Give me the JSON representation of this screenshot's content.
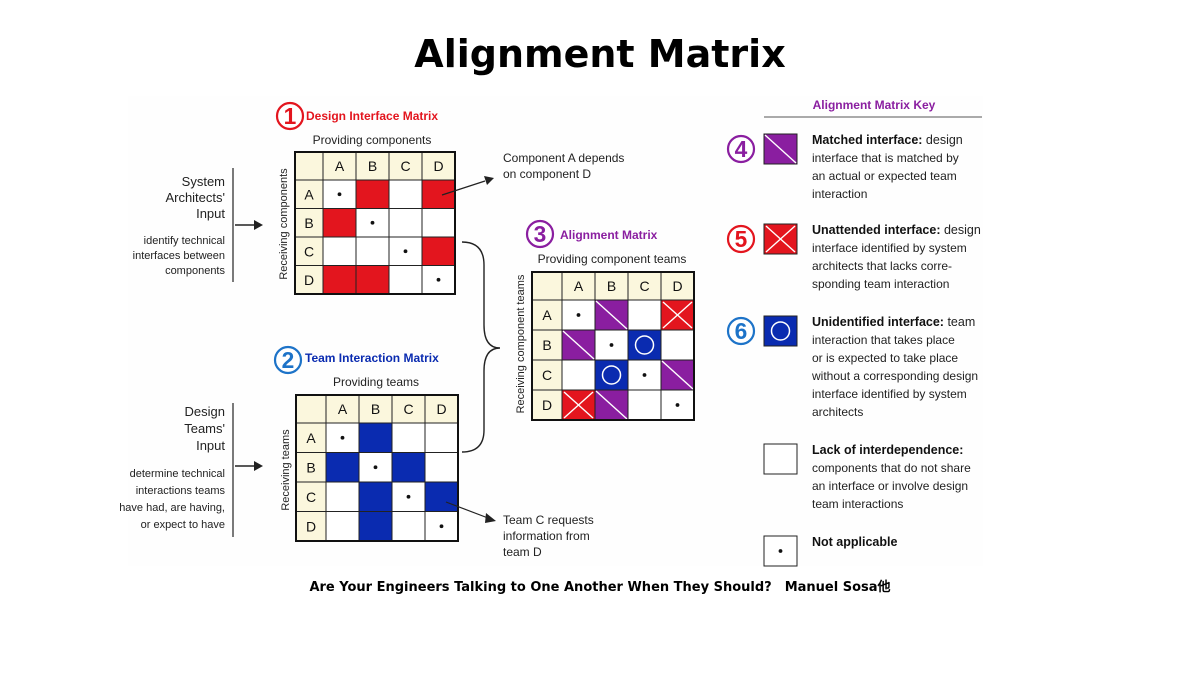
{
  "title": "Alignment Matrix",
  "caption": "Are Your Engineers Talking to One Another When They Should?　Manuel Sosa他",
  "colors": {
    "red": "#e3151e",
    "blue": "#0a2bb0",
    "purple": "#8a1ea0",
    "grid_bg": "#fbf7dd",
    "circle_red": "#e3151e",
    "circle_blue": "#1d73c8",
    "circle_purple": "#8a1ea0"
  },
  "sys_input": {
    "heading": [
      "System",
      "Architects'",
      "Input"
    ],
    "desc": [
      "identify technical",
      "interfaces between",
      "components"
    ]
  },
  "design_input": {
    "heading": [
      "Design",
      "Teams'",
      "Input"
    ],
    "desc": [
      "determine technical",
      "interactions teams",
      "have had, are having,",
      "or expect to have"
    ]
  },
  "dim": {
    "number": "1",
    "title": "Design Interface Matrix",
    "col_axis": "Providing components",
    "row_axis": "Receiving components",
    "headers": [
      "A",
      "B",
      "C",
      "D"
    ],
    "cells": [
      [
        "dot",
        "red",
        "",
        "red"
      ],
      [
        "red",
        "dot",
        "",
        ""
      ],
      [
        "",
        "",
        "dot",
        "red"
      ],
      [
        "red",
        "red",
        "",
        "dot"
      ]
    ]
  },
  "tim": {
    "number": "2",
    "title": "Team Interaction Matrix",
    "col_axis": "Providing teams",
    "row_axis": "Receiving teams",
    "headers": [
      "A",
      "B",
      "C",
      "D"
    ],
    "cells": [
      [
        "dot",
        "blue",
        "",
        ""
      ],
      [
        "blue",
        "dot",
        "blue",
        ""
      ],
      [
        "",
        "blue",
        "dot",
        "blue"
      ],
      [
        "",
        "blue",
        "",
        "dot"
      ]
    ]
  },
  "am": {
    "number": "3",
    "title": "Alignment Matrix",
    "col_axis": "Providing component teams",
    "row_axis": "Receiving component teams",
    "headers": [
      "A",
      "B",
      "C",
      "D"
    ],
    "cells": [
      [
        "dot",
        "purple",
        "",
        "redx"
      ],
      [
        "purple",
        "dot",
        "blueo",
        ""
      ],
      [
        "",
        "blueo",
        "dot",
        "purple"
      ],
      [
        "redx",
        "purple",
        "",
        "dot"
      ]
    ]
  },
  "annotations": {
    "component_a": [
      "Component A depends",
      "on component D"
    ],
    "team_c": [
      "Team C requests",
      "information from",
      "team D"
    ]
  },
  "key": {
    "title": "Alignment Matrix Key",
    "items": [
      {
        "number": "4",
        "swatch": "purple",
        "bold": "Matched interface:",
        "rest": " design",
        "lines": [
          "interface that is matched by",
          "an actual or expected team",
          "interaction"
        ]
      },
      {
        "number": "5",
        "swatch": "redx",
        "bold": "Unattended interface:",
        "rest": " design",
        "lines": [
          "interface identified by system",
          "architects that lacks corre-",
          "sponding team interaction"
        ]
      },
      {
        "number": "6",
        "swatch": "blueo",
        "bold": "Unidentified interface:",
        "rest": " team",
        "lines": [
          "interaction that takes place",
          "or is expected to take place",
          "without a corresponding design",
          "interface identified by system",
          "architects"
        ]
      },
      {
        "number": "",
        "swatch": "empty",
        "bold": "Lack of interdependence:",
        "rest": "",
        "lines": [
          "components that do not share",
          "an interface or involve design",
          "team interactions"
        ]
      },
      {
        "number": "",
        "swatch": "dot",
        "bold": "Not applicable",
        "rest": "",
        "lines": []
      }
    ]
  }
}
